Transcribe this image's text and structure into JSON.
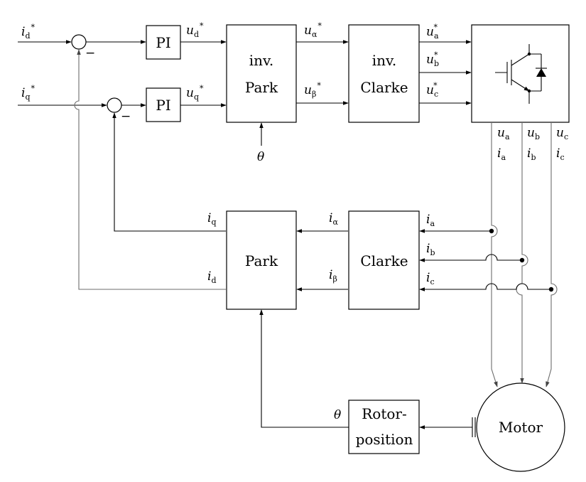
{
  "blocks": {
    "pi_d": "PI",
    "pi_q": "PI",
    "inv_park_1": "inv.",
    "inv_park_2": "Park",
    "inv_clarke_1": "inv.",
    "inv_clarke_2": "Clarke",
    "park": "Park",
    "clarke": "Clarke",
    "rotor_1": "Rotor-",
    "rotor_2": "position",
    "motor": "Motor"
  },
  "symbols": {
    "minus": "−",
    "star": "*",
    "theta": "θ",
    "i": "i",
    "u": "u",
    "d": "d",
    "q": "q",
    "a": "a",
    "b": "b",
    "c": "c",
    "alpha": "α",
    "beta": "β"
  }
}
